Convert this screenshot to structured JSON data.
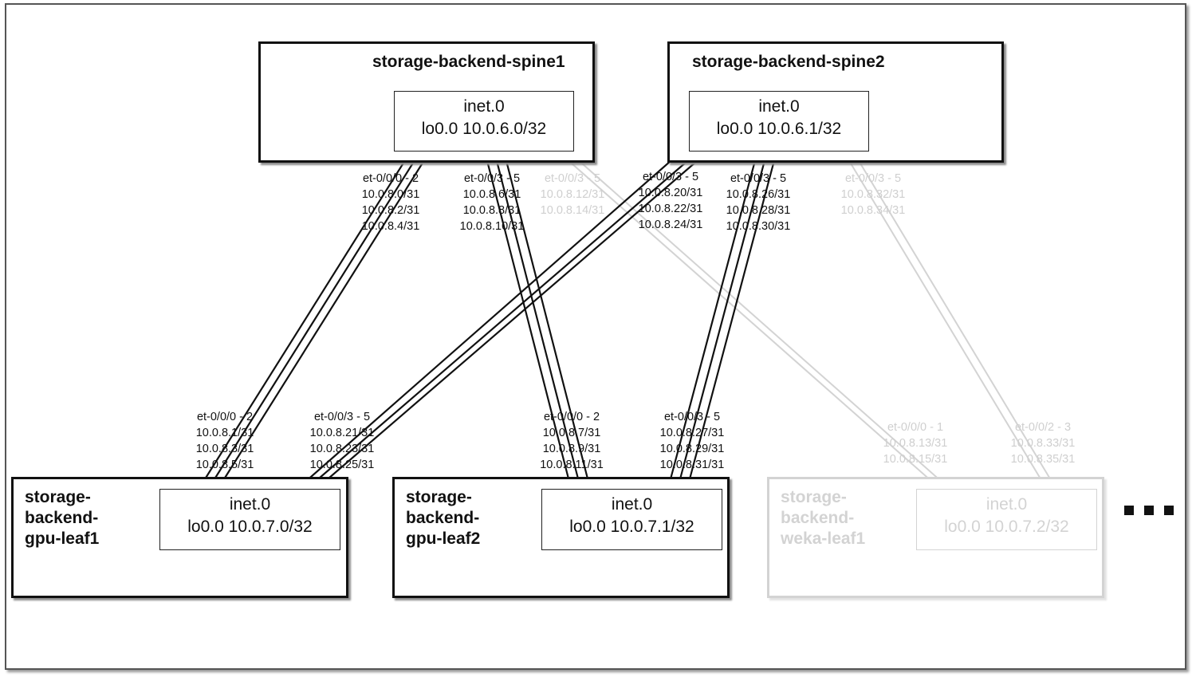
{
  "nodes": {
    "spine1": {
      "name": "storage-backend-spine1",
      "rib": "inet.0",
      "loopback": "lo0.0 10.0.6.0/32"
    },
    "spine2": {
      "name": "storage-backend-spine2",
      "rib": "inet.0",
      "loopback": "lo0.0 10.0.6.1/32"
    },
    "gpu_leaf1": {
      "name_lines": [
        "storage-",
        "backend-",
        "gpu-leaf1"
      ],
      "rib": "inet.0",
      "loopback": "lo0.0 10.0.7.0/32"
    },
    "gpu_leaf2": {
      "name_lines": [
        "storage-",
        "backend-",
        "gpu-leaf2"
      ],
      "rib": "inet.0",
      "loopback": "lo0.0 10.0.7.1/32"
    },
    "weka_leaf1": {
      "name_lines": [
        "storage-",
        "backend-",
        "weka-leaf1"
      ],
      "rib": "inet.0",
      "loopback": "lo0.0 10.0.7.2/32"
    }
  },
  "labels": {
    "s1_l1": [
      "et-0/0/0 - 2",
      "10.0.8.0/31",
      "10.0.8.2/31",
      "10.0.8.4/31"
    ],
    "s1_l2": [
      "et-0/0/3 - 5",
      "10.0.8.6/31",
      "10.0.8.8/31",
      "10.0.8.10/31"
    ],
    "s1_w1": [
      "et-0/0/3 - 5",
      "10.0.8.12/31",
      "10.0.8.14/31"
    ],
    "s2_l1": [
      "et-0/0/3 - 5",
      "10.0.8.20/31",
      "10.0.8.22/31",
      "10.0.8.24/31"
    ],
    "s2_l2": [
      "et-0/0/3 - 5",
      "10.0.8.26/31",
      "10.0.8.28/31",
      "10.0.8.30/31"
    ],
    "s2_w1": [
      "et-0/0/3 - 5",
      "10.0.8.32/31",
      "10.0.8.34/31"
    ],
    "l1_s1": [
      "et-0/0/0 - 2",
      "10.0.8.1/31",
      "10.0.8.3/31",
      "10.0.8.5/31"
    ],
    "l1_s2": [
      "et-0/0/3 - 5",
      "10.0.8.21/31",
      "10.0.8.23/31",
      "10.0.8.25/31"
    ],
    "l2_s1": [
      "et-0/0/0 - 2",
      "10.0.8.7/31",
      "10.0.8.9/31",
      "10.0.8.11/31"
    ],
    "l2_s2": [
      "et-0/0/3 - 5",
      "10.0.8.27/31",
      "10.0.8.29/31",
      "10.0.8.31/31"
    ],
    "w1_s1": [
      "et-0/0/0 - 1",
      "10.0.8.13/31",
      "10.0.8.15/31"
    ],
    "w1_s2": [
      "et-0/0/2 - 3",
      "10.0.8.33/31",
      "10.0.8.35/31"
    ]
  },
  "more_indicator": "more-nodes-ellipsis",
  "colors": {
    "active": "#111111",
    "faded": "#d3d3d3"
  }
}
